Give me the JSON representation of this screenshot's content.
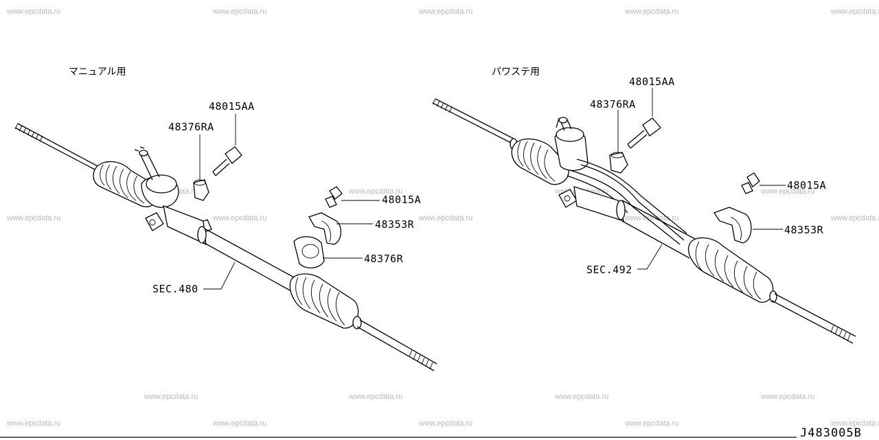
{
  "watermark": "www.epcdata.ru",
  "diagram_code": "J483005B",
  "left_assembly": {
    "title": "マニュアル用",
    "callouts": {
      "bolt": "48015AA",
      "insulator": "48376RA",
      "bolt_small": "48015A",
      "clamp": "48353R",
      "bushing": "48376R",
      "section": "SEC.480"
    }
  },
  "right_assembly": {
    "title": "パワステ用",
    "callouts": {
      "bolt": "48015AA",
      "insulator": "48376RA",
      "bolt_small": "48015A",
      "clamp": "48353R",
      "section": "SEC.492"
    }
  }
}
